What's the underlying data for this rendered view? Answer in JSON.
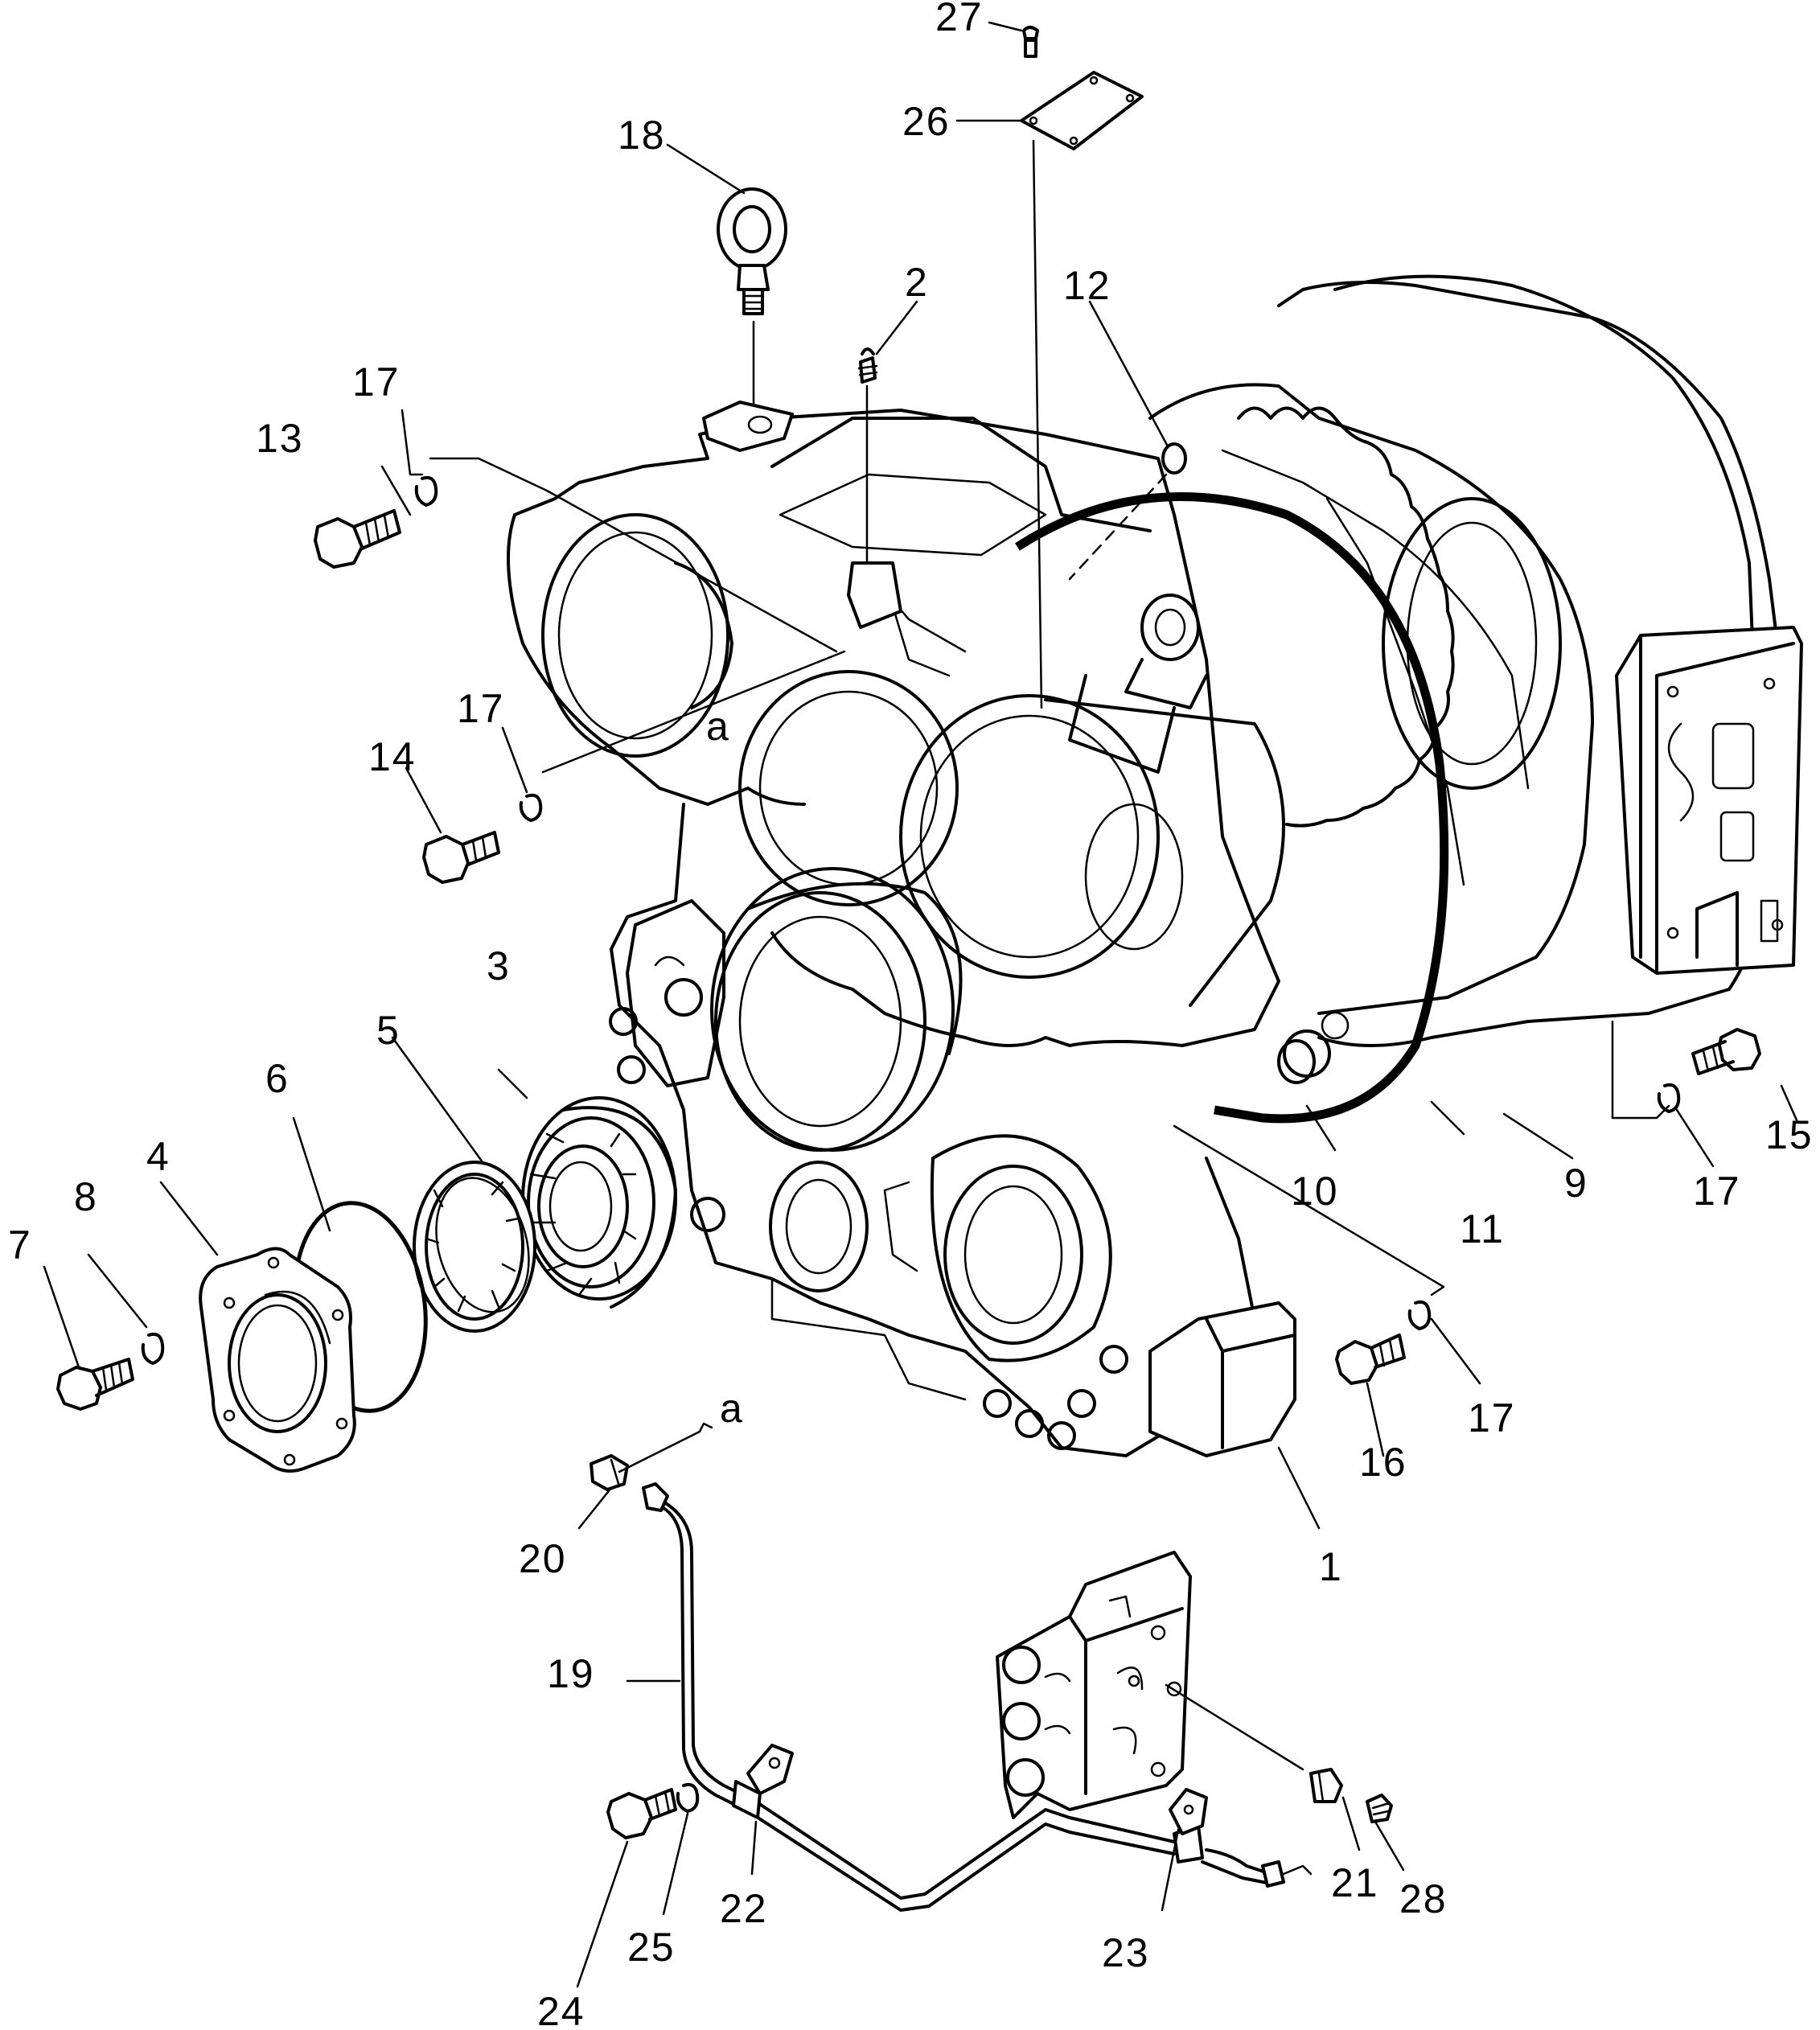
{
  "labels": {
    "l1": "1",
    "l2": "2",
    "l3": "3",
    "l4": "4",
    "l5": "5",
    "l6": "6",
    "l7": "7",
    "l8": "8",
    "l9": "9",
    "l10": "10",
    "l11": "11",
    "l12": "12",
    "l13": "13",
    "l14": "14",
    "l15": "15",
    "l16": "16",
    "l17": "17",
    "l18": "18",
    "l19": "19",
    "l20": "20",
    "l21": "21",
    "l22": "22",
    "l23": "23",
    "l24": "24",
    "l25": "25",
    "l26": "26",
    "l27": "27",
    "l28": "28",
    "ref_a": "a"
  }
}
